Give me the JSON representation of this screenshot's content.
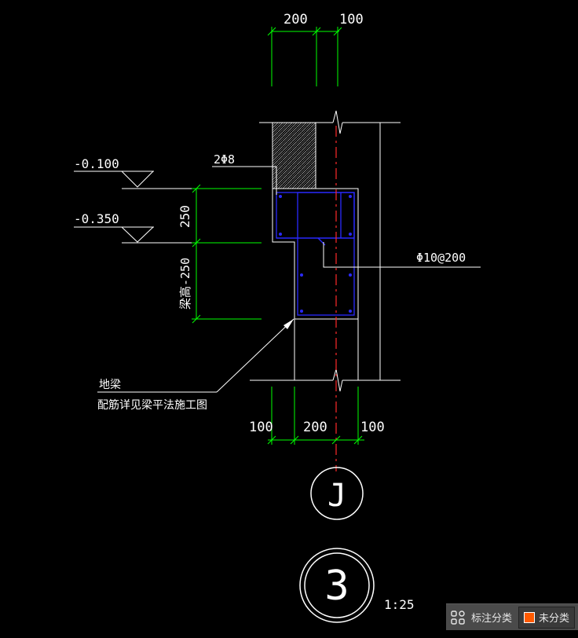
{
  "drawing": {
    "top_dims": [
      "200",
      "100"
    ],
    "bottom_dims": [
      "100",
      "200",
      "100"
    ],
    "elevations": [
      "-0.100",
      "-0.350"
    ],
    "vertical_dims": [
      "250",
      "梁高-250"
    ],
    "rebar_top": "2Φ8",
    "rebar_stirrup": "Φ10@200",
    "note_line1": "地梁",
    "note_line2": "配筋详见梁平法施工图",
    "axis_label": "J",
    "detail_number": "3",
    "scale": "1:25",
    "colors": {
      "background": "#000000",
      "lines": "#ffffff",
      "dimensions": "#00ff00",
      "rebar": "#2a2aff",
      "axis": "#ff2a2a",
      "hatch": "#b0b0b0"
    }
  },
  "toolbar": {
    "icon": "classify-grid-icon",
    "label": "标注分类",
    "select_label": "未分类",
    "swatch_color": "#ff5a00"
  }
}
